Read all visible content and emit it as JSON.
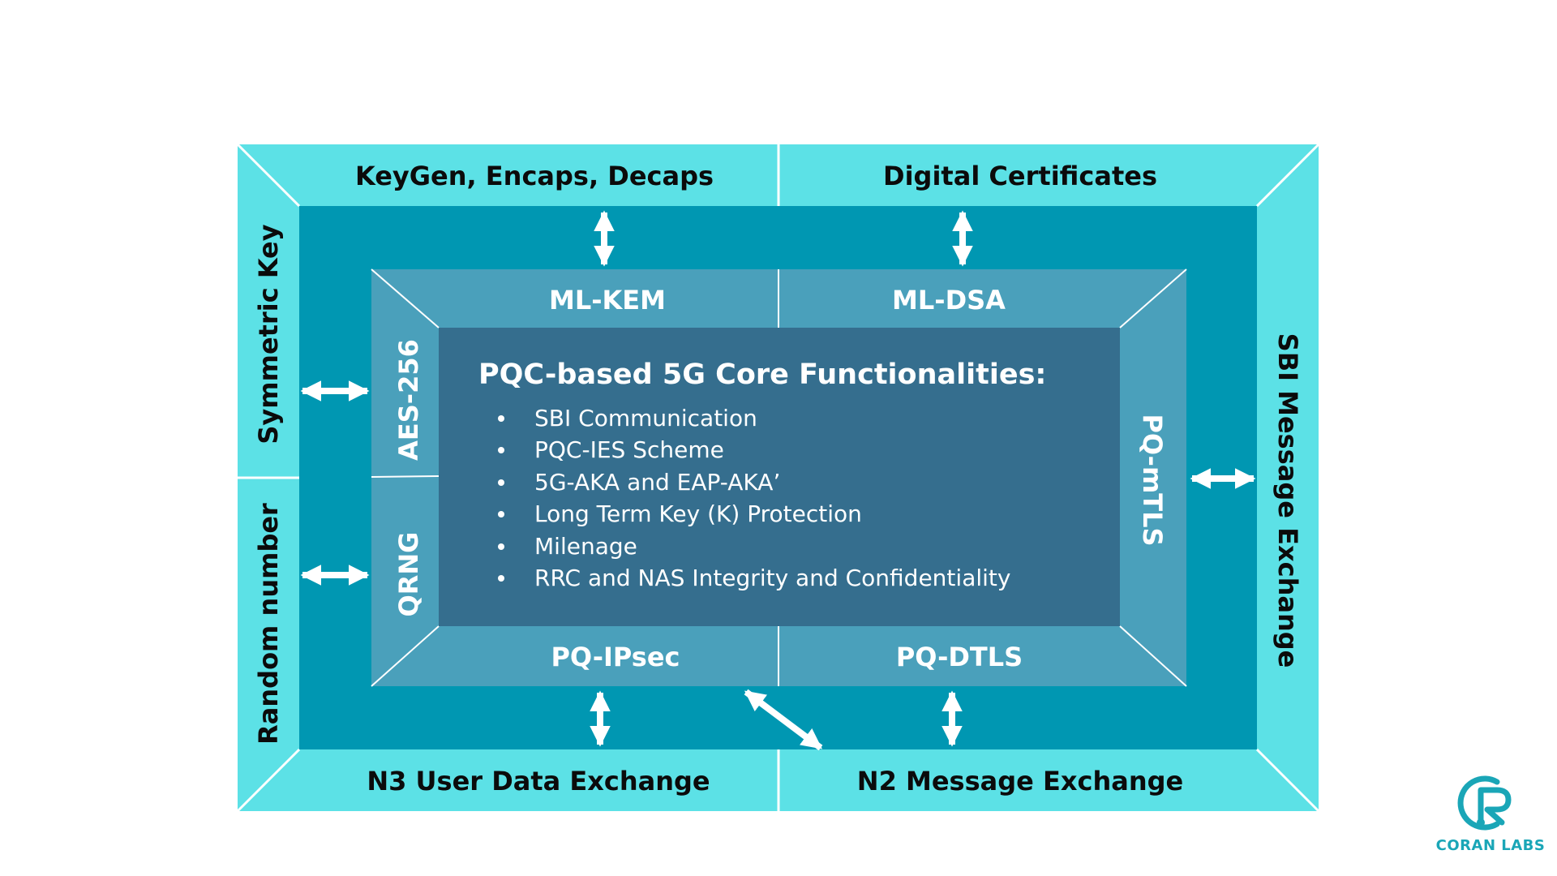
{
  "colors": {
    "outer_frame": "#5ce1e6",
    "middle_frame": "#0097b2",
    "inner_frame": "#4aa0bb",
    "center_panel": "#356e8e",
    "divider": "#ffffff",
    "logo": "#1aa6b7"
  },
  "outer": {
    "top_left": "KeyGen, Encaps, Decaps",
    "top_right": "Digital Certificates",
    "bottom_left": "N3 User Data Exchange",
    "bottom_right": "N2 Message Exchange",
    "left_upper": "Symmetric Key",
    "left_lower": "Random number",
    "right": "SBI Message Exchange"
  },
  "inner": {
    "top_left": "ML-KEM",
    "top_right": "ML-DSA",
    "bottom_left": "PQ-IPsec",
    "bottom_right": "PQ-DTLS",
    "left_upper": "AES-256",
    "left_lower": "QRNG",
    "right": "PQ-mTLS"
  },
  "center": {
    "title": "PQC-based 5G Core Functionalities:",
    "items": [
      "SBI Communication",
      "PQC-IES Scheme",
      "5G-AKA and EAP-AKA’",
      "Long Term Key (K) Protection",
      "Milenage",
      "RRC and NAS Integrity and Confidentiality"
    ]
  },
  "logo": {
    "text": "CORAN LABS",
    "icon": "coran-labs-logo-icon"
  },
  "arrows": [
    {
      "id": "arrow-keygen-mlkem",
      "icon": "double-arrow-vertical"
    },
    {
      "id": "arrow-certs-mldsa",
      "icon": "double-arrow-vertical"
    },
    {
      "id": "arrow-symkey-aes",
      "icon": "double-arrow-horizontal"
    },
    {
      "id": "arrow-random-qrng",
      "icon": "double-arrow-horizontal"
    },
    {
      "id": "arrow-mtls-sbi",
      "icon": "double-arrow-horizontal"
    },
    {
      "id": "arrow-ipsec-n3",
      "icon": "double-arrow-vertical"
    },
    {
      "id": "arrow-ipsec-n2",
      "icon": "double-arrow-diagonal"
    },
    {
      "id": "arrow-dtls-n2",
      "icon": "double-arrow-vertical"
    }
  ]
}
